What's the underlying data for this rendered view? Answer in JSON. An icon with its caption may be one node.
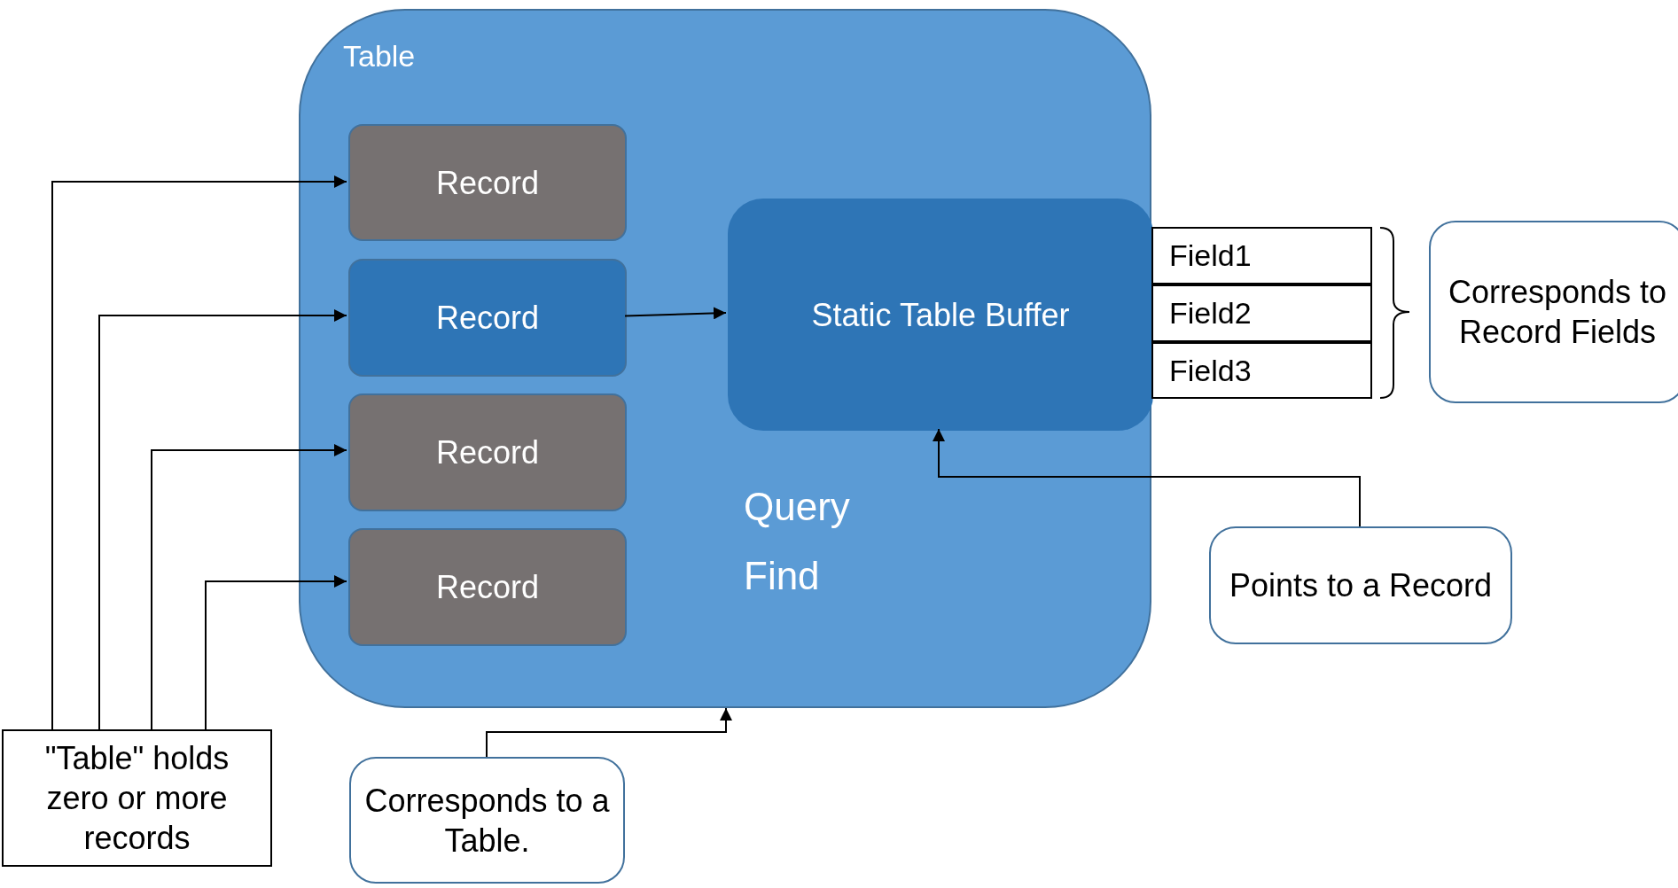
{
  "diagram": {
    "nodes": [
      {
        "text": [
          "Table",
          "Query",
          "Find"
        ]
      },
      {
        "text": [
          "Record"
        ],
        "in": 0
      },
      {
        "text": [
          "Record"
        ],
        "in": 0
      },
      {
        "text": [
          "Record"
        ],
        "in": 0
      },
      {
        "text": [
          "Record"
        ],
        "in": 0
      },
      {
        "text": [
          "Static Table Buffer"
        ],
        "in": 0
      },
      {
        "text": [
          "Field1"
        ]
      },
      {
        "text": [
          "Field2"
        ]
      },
      {
        "text": [
          "Field3"
        ]
      },
      {
        "text": [
          "Corresponds to Record Fields"
        ]
      },
      {
        "text": [
          "Points to a Record"
        ]
      },
      {
        "text": [
          "\"Table\" holds zero or more records"
        ]
      },
      {
        "text": [
          "Corresponds to a Table."
        ]
      }
    ],
    "edges": [
      {
        "from": 11,
        "to": 1,
        "arrow": "to"
      },
      {
        "from": 11,
        "to": 2,
        "arrow": "to"
      },
      {
        "from": 11,
        "to": 3,
        "arrow": "to"
      },
      {
        "from": 11,
        "to": 4,
        "arrow": "to"
      },
      {
        "from": 2,
        "to": 5,
        "arrow": "to"
      },
      {
        "from": 10,
        "to": 5,
        "arrow": "to"
      },
      {
        "from": 12,
        "to": 0,
        "arrow": "to"
      }
    ]
  }
}
